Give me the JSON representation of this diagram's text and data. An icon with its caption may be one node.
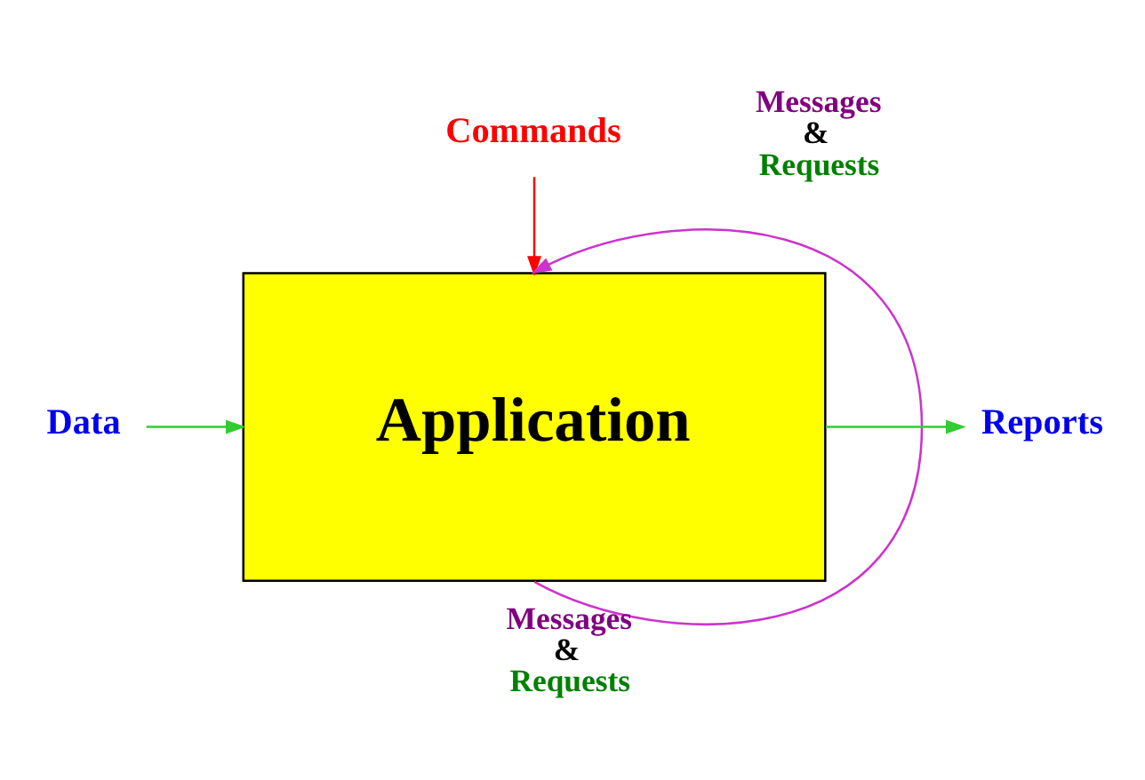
{
  "diagram": {
    "nodes": [
      {
        "text": [
          "Commands"
        ]
      },
      {
        "text": [
          "Data"
        ]
      },
      {
        "text": [
          "Application"
        ]
      },
      {
        "text": [
          "Reports"
        ]
      }
    ],
    "edges": [
      {
        "from": 0,
        "to": 2,
        "arrow": "to",
        "color": "#ff0000"
      },
      {
        "from": 1,
        "to": 2,
        "arrow": "to",
        "color": "#33cc33"
      },
      {
        "from": 2,
        "to": 3,
        "arrow": "to",
        "color": "#33cc33"
      },
      {
        "from": 2,
        "to": 2,
        "arrow": "to",
        "label": "Messages & Requests",
        "color": "#cc33cc"
      }
    ],
    "labels": [
      "Messages & Requests"
    ]
  }
}
